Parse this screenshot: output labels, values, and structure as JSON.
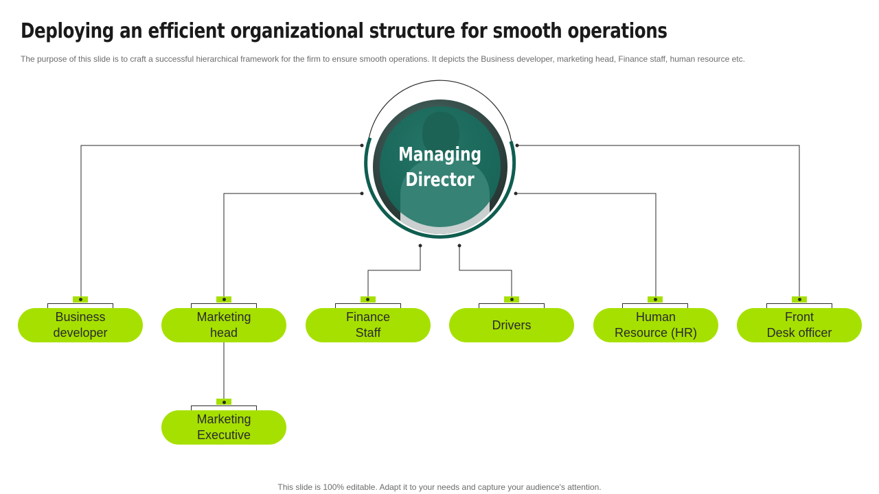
{
  "slide": {
    "title": "Deploying an efficient organizational structure for smooth operations",
    "subtitle": "The purpose of this slide is to craft a successful hierarchical framework for the firm to ensure smooth operations. It depicts the Business developer, marketing head, Finance staff, human resource etc.",
    "footer": "This slide is 100% editable. Adapt it to your needs and capture your audience's attention."
  },
  "center": {
    "label": "Managing\nDirector"
  },
  "nodes": [
    {
      "id": "business-developer",
      "label": "Business\ndeveloper"
    },
    {
      "id": "marketing-head",
      "label": "Marketing\nhead"
    },
    {
      "id": "finance-staff",
      "label": "Finance\nStaff"
    },
    {
      "id": "drivers",
      "label": "Drivers"
    },
    {
      "id": "human-resource",
      "label": "Human\nResource (HR)"
    },
    {
      "id": "front-desk-officer",
      "label": "Front\nDesk officer"
    },
    {
      "id": "marketing-executive",
      "label": "Marketing\nExecutive"
    }
  ],
  "colors": {
    "node_fill": "#a6e000",
    "ring": "#0f5e50",
    "overlay": "#167060"
  }
}
